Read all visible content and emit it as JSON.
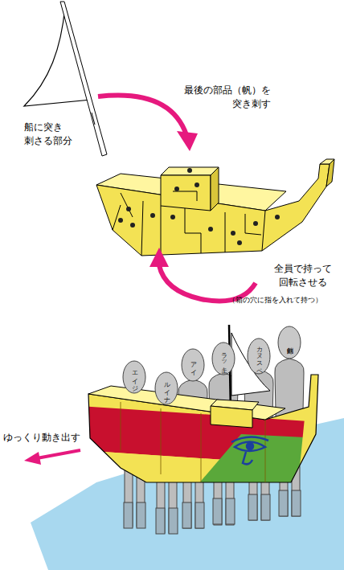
{
  "diagram": {
    "nodes": [
      {
        "text": [
          "エイジ"
        ]
      },
      {
        "text": [
          "ルイナ"
        ]
      },
      {
        "text": [
          "アイ"
        ]
      },
      {
        "text": [
          "ラッキー"
        ]
      },
      {
        "text": [
          "カヌスペ"
        ]
      },
      {
        "text": [
          "剣鉄郎"
        ]
      }
    ],
    "labels": [
      "船に突き 刺さる部分",
      "最後の部品（帆）を 突き刺す",
      "全員で持って 回転させる",
      "（箱の穴に指を入れて持つ）",
      "ゆっくり動き出す"
    ]
  }
}
